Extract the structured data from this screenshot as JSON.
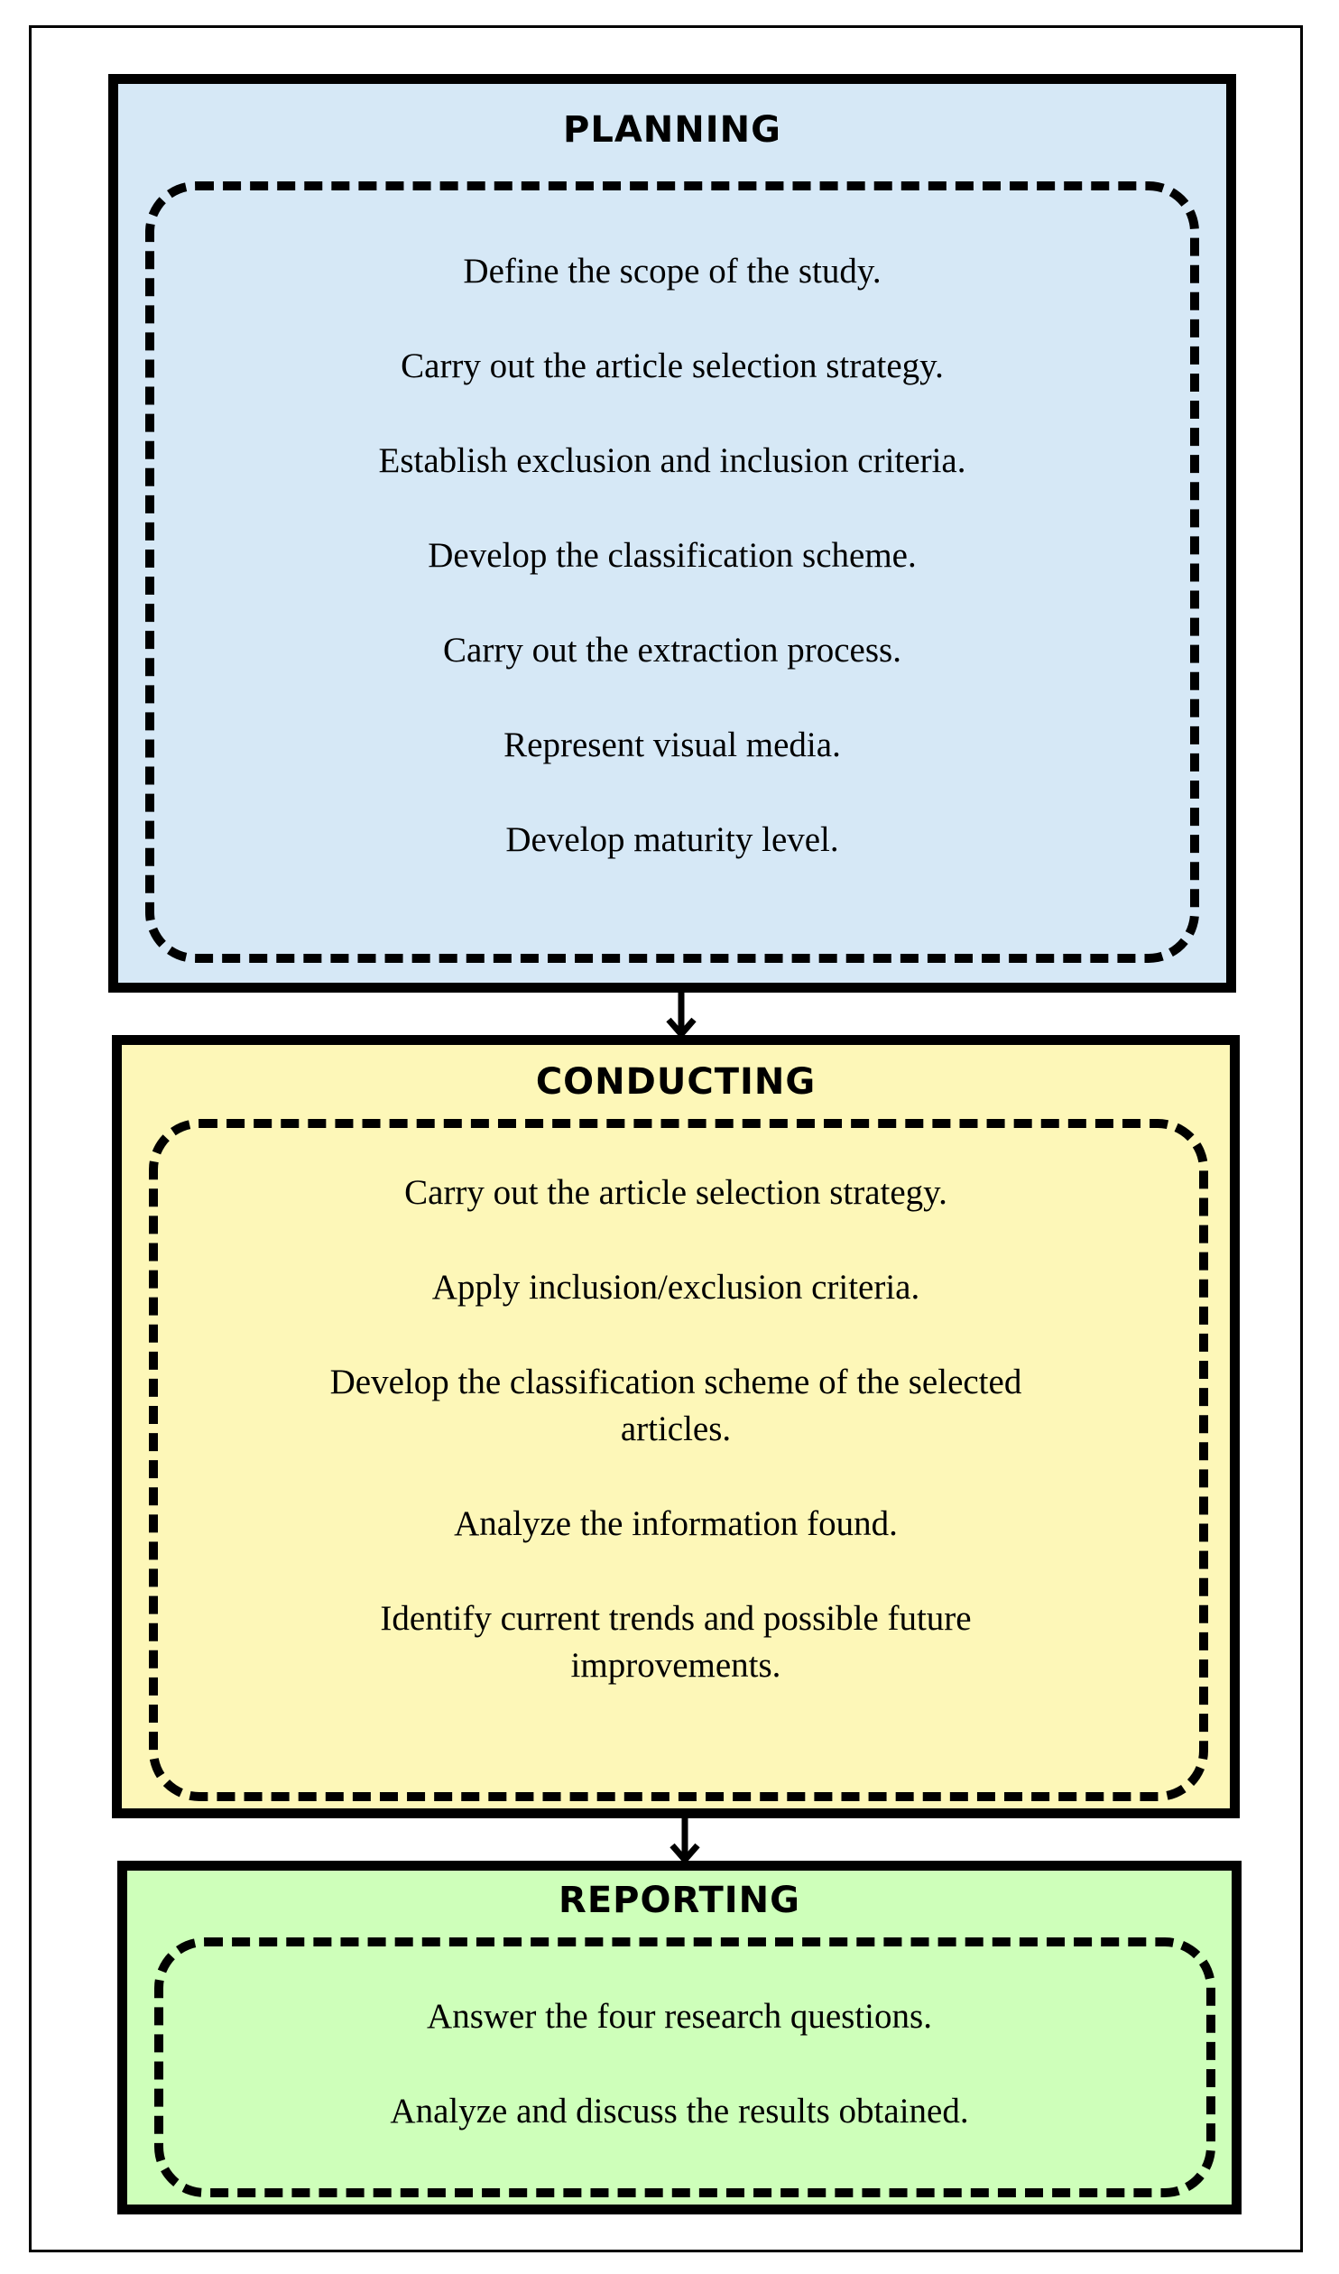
{
  "colors": {
    "planning": "#d6e8f6",
    "conducting": "#fdf7b8",
    "reporting": "#ceffba",
    "border": "#000000"
  },
  "stages": [
    {
      "title": "PLANNING",
      "items": [
        "Define the scope of the study.",
        "Carry out the article selection strategy.",
        "Establish exclusion and inclusion criteria.",
        "Develop the classification scheme.",
        "Carry out the extraction process.",
        "Represent visual media.",
        "Develop maturity level."
      ]
    },
    {
      "title": "CONDUCTING",
      "items": [
        "Carry out the article selection strategy.",
        "Apply inclusion/exclusion criteria.",
        "Develop the classification scheme of the selected articles.",
        "Analyze the information found.",
        "Identify current trends and possible future improvements."
      ]
    },
    {
      "title": "REPORTING",
      "items": [
        "Answer the four research questions.",
        "Analyze and discuss the results obtained."
      ]
    }
  ],
  "arrow_icon": "arrow-down-icon"
}
